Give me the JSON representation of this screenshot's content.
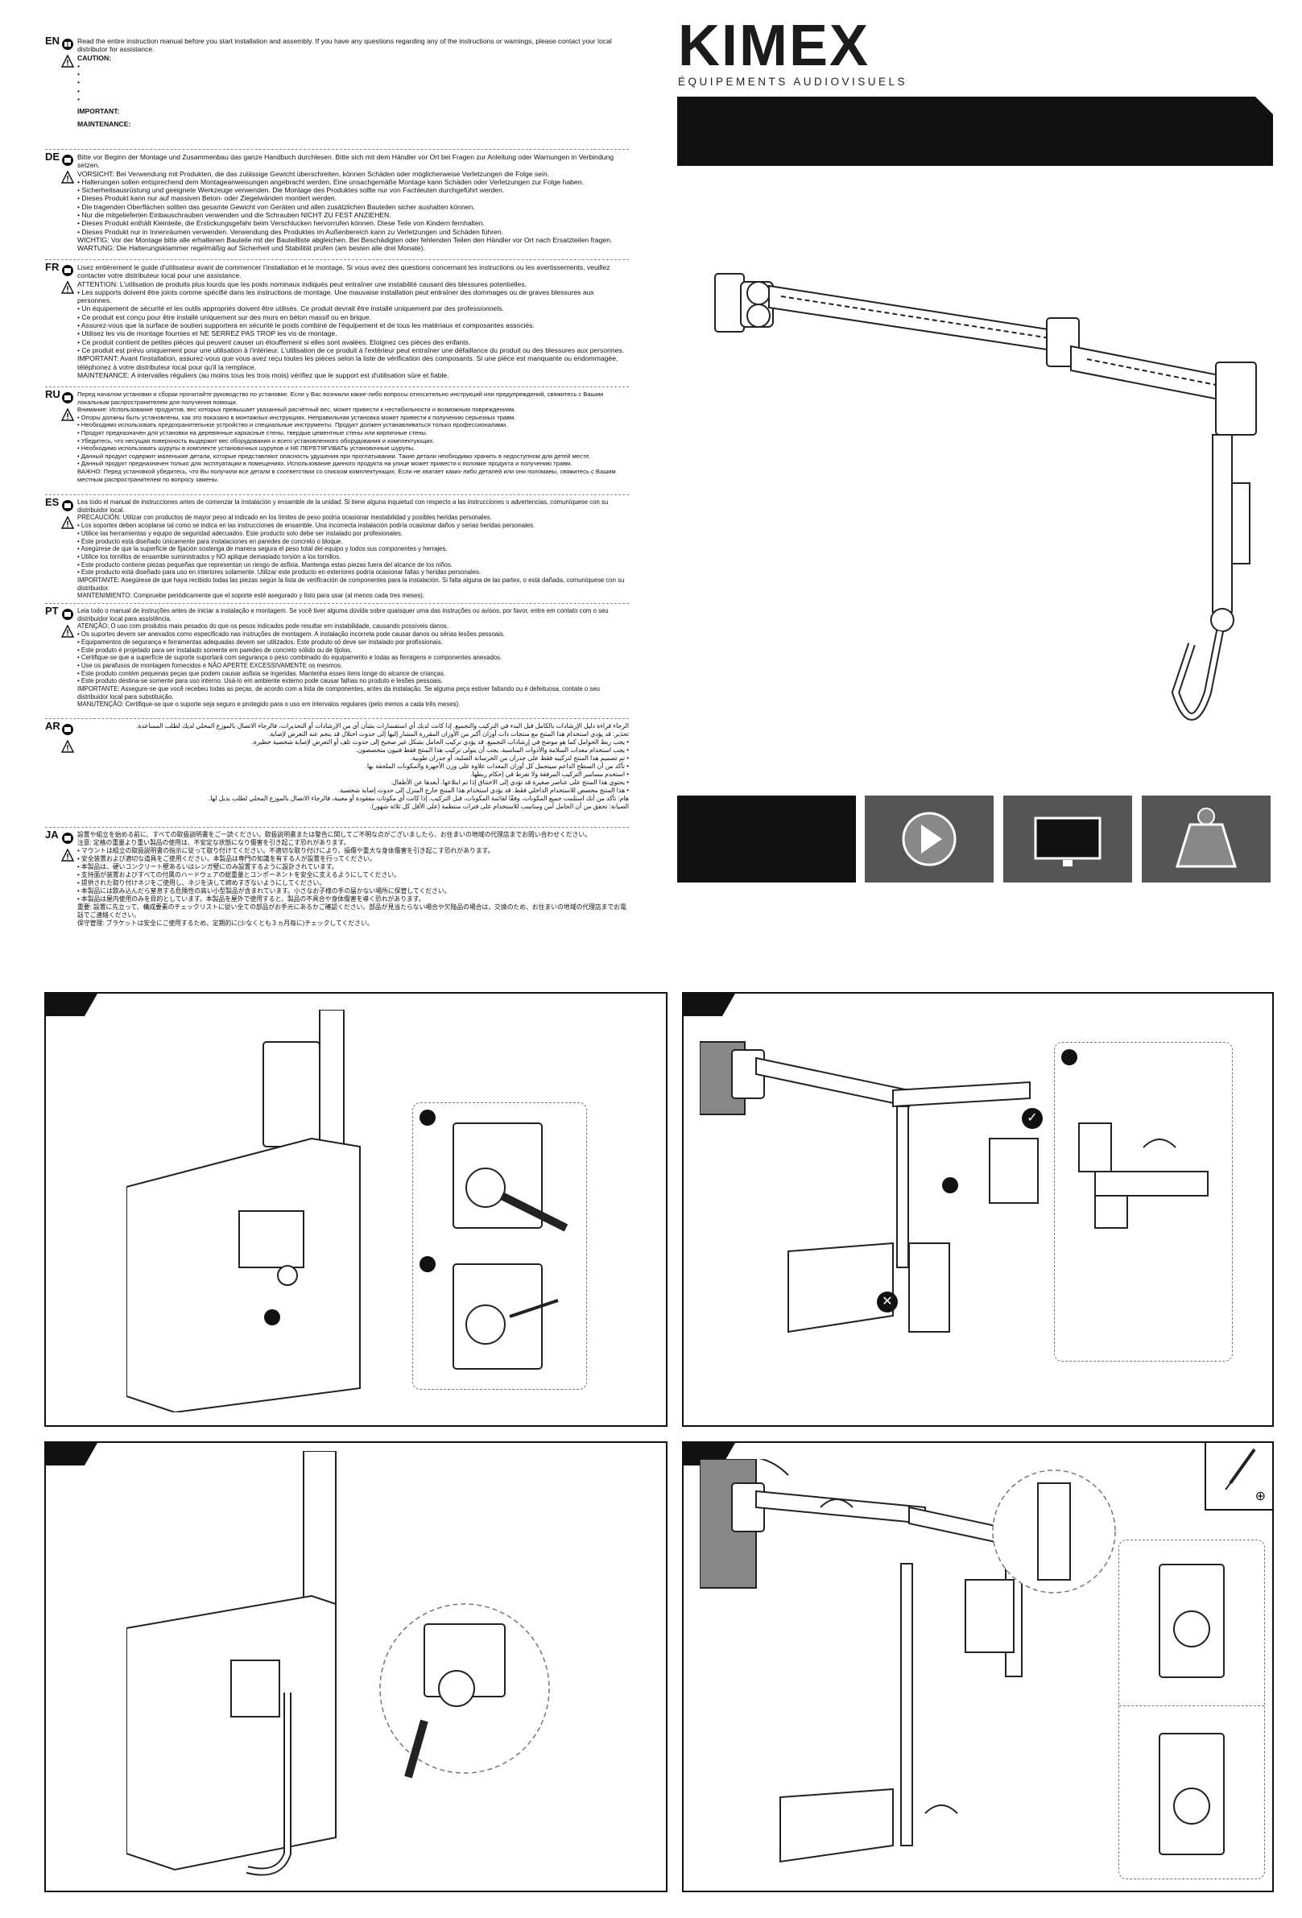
{
  "brand": {
    "logo": "KIMEX",
    "tagline": "ÉQUIPEMENTS AUDIOVISUELS"
  },
  "instructions": {
    "en": {
      "code": "EN",
      "intro": "Read the entire instruction manual before you start installation and assembly. If you have any questions regarding any of the instructions or warnings, please contact your local distributor for assistance.",
      "caution": "CAUTION:",
      "important": "IMPORTANT:",
      "maintenance": "MAINTENANCE:"
    },
    "de": {
      "code": "DE",
      "text": "Bitte vor Beginn der Montage und Zusammenbau das ganze Handbuch durchlesen. Bitte sich mit dem Händler vor Ort bei Fragen zur Anleitung oder Warnungen in Verbindung setzen.",
      "vorsicht": "VORSICHT: Bei Verwendung mit Produkten, die das zulässige Gewicht überschreiten, können Schäden oder möglicherweise Verletzungen die Folge sein.",
      "b1": "• Halterungen sollen entsprechend dem Montageanweisungen angebracht werden. Eine unsachgemäße Montage kann Schäden oder Verletzungen zur Folge haben.",
      "b2": "• Sicherheitsausrüstung und geeignete Werkzeuge verwenden. Die Montage des Produktes sollte nur von Fachleuten durchgeführt werden.",
      "b3": "• Dieses Produkt kann nur auf massiven Beton- oder Ziegelwänden montiert werden.",
      "b4": "• Die tragenden Oberflächen sollten das gesamte Gewicht von Geräten und allen zusätzlichen Bauteilen sicher aushalten können.",
      "b5": "• Nur die mitgelieferten Einbauschrauben verwenden und die Schrauben NICHT ZU FEST ANZIEHEN.",
      "b6": "• Dieses Produkt enthält Kleinteile, die Erstickungsgefahr beim Verschlucken hervorrufen können. Diese Teile von Kindern fernhalten.",
      "b7": "• Dieses Produkt nur in Innenräumen verwenden. Verwendung des Produktes im Außenbereich kann zu Verletzungen und Schäden führen.",
      "wichtig": "WICHTIG: Vor der Montage bitte alle erhaltenen Bauteile mit der Bauteilliste abgleichen. Bei Beschädigten oder fehlenden Teilen den Händler vor Ort nach Ersatzteilen fragen.",
      "wartung": "WARTUNG: Die Halterungsklammer regelmäßig auf Sicherheit und Stabilität prüfen (am besten alle drei Monate)."
    },
    "fr": {
      "code": "FR",
      "text": "Lisez entièrement le guide d'utilisateur avant de commencer l'installation et le montage. Si vous avez des questions concernant les instructions ou les avertissements, veuillez contacter votre distributeur local pour une assistance.",
      "attention": "ATTENTION: L'utilisation de produits plus lourds que les poids nominaux indiqués peut entraîner une instabilité causant des blessures potentielles.",
      "b1": "• Les supports doivent être joints comme spécifié dans les instructions de montage. Une mauvaise installation peut entraîner des dommages ou de graves blessures aux personnes.",
      "b2": "• Un équipement de sécurité et les outils appropriés doivent être utilisés. Ce produit devrait être installé uniquement par des professionnels.",
      "b3": "• Ce produit est conçu pour être installé uniquement sur des murs en béton massif ou en brique.",
      "b4": "• Assurez-vous que la surface de soutien supportera en sécurité le poids combiné de l'équipement et de tous les matériaux et composantes associés.",
      "b5": "• Utilisez les vis de montage fournies et NE SERREZ PAS TROP les vis de montage.",
      "b6": "• Ce produit contient de petites pièces qui peuvent causer un étouffement si elles sont avalées. Eloignez ces pièces des enfants.",
      "b7": "• Ce produit est prévu uniquement pour une utilisation à l'intérieur. L'utilisation de ce produit à l'extérieur peut entraîner une défaillance du produit ou des blessures aux personnes.",
      "important": "IMPORTANT: Avant l'installation, assurez-vous que vous avez reçu toutes les pièces selon la liste de vérification des composants. Si une pièce est manquante ou endommagée, téléphonez à votre distributeur local pour qu'il la remplace.",
      "maintenance": "MAINTENANCE: A intervalles réguliers (au moins tous les trois mois) vérifiez que le support est d'utilisation sûre et fiable."
    },
    "ru": {
      "code": "RU",
      "text": "Перед началом установки и сборки прочитайте руководство по установке. Если у Вас возникли какие-либо вопросы относительно инструкций или предупреждений, свяжитесь с Вашим локальным распространителем для получения помощи.",
      "vnimanie": "Внимание: Использование продуктов, вес которых превышает указанный расчётный вес, может привести к нестабильности и возможным повреждениям.",
      "b1": "• Опоры должны быть установлены, как это показано в монтажных инструкциях. Неправильная установка может привести к получению серьезных травм.",
      "b2": "• Необходимо использовать предохранительное устройство и специальные инструменты. Продукт должен устанавливаться только профессионалами.",
      "b3": "• Продукт предназначен для установки на деревянные каркасные стены, твердые цементные стены или кирпичные стены.",
      "b4": "• Убедитесь, что несущая поверхность выдержит вес оборудования и всего установленного оборудования и комплектующих.",
      "b5": "• Необходимо использовать шурупы в комплекте установочных шурупов и НЕ ПЕРЕТЯГИВАТЬ установочные шурупы.",
      "b6": "• Данный продукт содержит маленькие детали, которые представляют опасность удушения при проглатывании. Такие детали необходимо хранить в недоступном для детей месте.",
      "b7": "• Данный продукт предназначен только для эксплуатации в помещениях. Использование данного продукта на улице может привести к поломке продукта и получению травм.",
      "vazhno": "ВАЖНО: Перед установкой убедитесь, что Вы получили все детали в соответствии со списком комплектующих. Если не хватает каких-либо деталей или они поломаны, свяжитесь с Вашим местным распространителем по вопросу замены."
    },
    "es": {
      "code": "ES",
      "text": "Lea todo el manual de instrucciones antes de comenzar la instalación y ensamble de la unidad. Si tiene alguna inquietud con respecto a las instrucciones o advertencias, comuníquese con su distribuidor local.",
      "precaucion": "PRECAUCIÓN: Utilizar con productos de mayor peso al indicado en los límites de peso podría ocasionar inestabilidad y posibles heridas personales.",
      "b1": "• Los soportes deben acoplarse tal como se indica en las instrucciones de ensamble. Una incorrecta instalación podría ocasionar daños y serias heridas personales.",
      "b2": "• Utilice las herramientas y equipo de seguridad adecuados. Este producto solo debe ser instalado por profesionales.",
      "b3": "• Este producto está diseñado únicamente para instalaciones en paredes de concreto o bloque.",
      "b4": "• Asegúrese de que la superficie de fijación sostenga de manera segura el peso total del equipo y todos sus componentes y herrajes.",
      "b5": "• Utilice los tornillos de ensamble suministrados y NO aplique demasiado torsión a los tornillos.",
      "b6": "• Este producto contiene piezas pequeñas que representan un riesgo de asfixia. Mantenga estas piezas fuera del alcance de los niños.",
      "b7": "• Este producto está diseñado para uso en interiores solamente. Utilizar este producto en exteriores podría ocasionar fallas y heridas personales.",
      "importante": "IMPORTANTE: Asegúrese de que haya recibido todas las piezas según la lista de verificación de componentes para la instalación. Si falta alguna de las partes, o está dañada, comuníquese con su distribuidor.",
      "mantenimiento": "MANTENIMIENTO: Compruebe periódicamente que el soporte esté asegurado y listo para usar (al menos cada tres meses)."
    },
    "pt": {
      "code": "PT",
      "text": "Leia todo o manual de instruções antes de iniciar a instalação e montagem. Se você tiver alguma dúvida sobre quaisquer uma das instruções ou avisos, por favor, entre em contato com o seu distribuidor local para assistência.",
      "atencao": "ATENÇÃO: O uso com produtos mais pesados do que os pesos indicados pode resultar em instabilidade, causando possíveis danos.",
      "b1": "• Os suportes devem ser anexados como especificado nas instruções de montagem. A instalação incorreta pode causar danos ou sérias lesões pessoais.",
      "b2": "• Equipamentos de segurança e ferramentas adequadas devem ser utilizados. Este produto só deve ser instalado por profissionais.",
      "b3": "• Este produto é projetado para ser instalado somente em paredes de concreto sólido ou de tijolos.",
      "b4": "• Certifique-se que a superfície de suporte suportará com segurança o peso combinado do equipamento e todas as ferragens e componentes anexados.",
      "b5": "• Use os parafusos de montagem fornecidos e NÃO APERTE EXCESSIVAMENTE os mesmos.",
      "b6": "• Este produto contém pequenas peças que podem causar asfixia se ingeridas. Mantenha esses itens longe do alcance de crianças.",
      "b7": "• Este produto destina-se somente para uso interno. Usá-lo em ambiente externo pode causar falhas no produto e lesões pessoais.",
      "importante": "IMPORTANTE: Assegure-se que você recebeu todas as peças, de acordo com a lista de componentes, antes da instalação. Se alguma peça estiver faltando ou é defeituosa, contate o seu distribuidor local para substituição.",
      "manutencao": "MANUTENÇÃO: Certifique-se que o suporte seja seguro e protegido para o uso em intervalos regulares (pelo menos a cada três meses)."
    },
    "ar": {
      "code": "AR",
      "text": "الرجاء قراءة دليل الإرشادات بالكامل قبل البدء في التركيب والتجميع. إذا كانت لديك أي استفسارات بشأن أي من الإرشادات أو التحذيرات، فالرجاء الاتصال بالموزع المحلي لديك لطلب المساعدة.",
      "l2": "تحذير: قد يؤدي استخدام هذا المنتج مع منتجات ذات أوزان أكبر من الأوزان المقررة المشار إليها إلى حدوث اختلال قد ينجم عنه التعرض لإصابة.",
      "l3": "• يجب ربط الحوامل كما هو موضح في إرشادات التجميع. قد يؤدي تركيب الحامل بشكل غير صحيح إلى حدوث تلف أو التعرض لإصابة شخصية خطيرة.",
      "l4": "• يجب استخدام معدات السلامة والأدوات المناسبة. يجب أن يتولى تركيب هذا المنتج فقط فنيون متخصصون.",
      "l5": "• تم تصميم هذا المنتج لتركيبه فقط على جدران من الخرسانة الصلبة، أو جدران طوبية.",
      "l6": "• تأكد من أن السطح الداعم سيتحمل كل أوزان المعدات علاوة على وزن الأجهزة والمكونات الملحقة بها.",
      "l7": "• استخدم مسامير التركيب المرفقة ولا تفرط في إحكام ربطها.",
      "l8": "• يحتوي هذا المنتج على عناصر صغيرة قد تؤدي إلى الاختناق إذا تم ابتلاعها. أبعدها عن الأطفال.",
      "l9": "• هذا المنتج مخصص للاستخدام الداخلي فقط. قد يؤدي استخدام هذا المنتج خارج المنزل إلى حدوث إصابة شخصية.",
      "l10": "هام: تأكد من أنك استلمت جميع المكونات، وفقًا لقائمة المكونات، قبل التركيب. إذا كانت أي مكونات مفقودة أو معيبة، فالرجاء الاتصال بالموزع المحلي لطلب بديل لها.",
      "l11": "الصيانة: تحقق من أن الحامل آمن ومناسب للاستخدام على فترات منتظمة (على الأقل كل ثلاثة شهور)."
    },
    "ja": {
      "code": "JA",
      "text": "設置や組立を始める前に、すべての取扱説明書をご一読ください。取扱説明書または警告に関してご不明な点がございましたら、お住まいの地域の代理店までお問い合わせください。",
      "l2": "注意: 定格の重量より重い製品の使用は、不安定な状態になり傷害を引き起こす恐れがあります。",
      "l3": "• マウントは組立の取扱説明書の指示に従って取り付けてください。不適切な取り付けにより、損傷や重大な身体傷害を引き起こす恐れがあります。",
      "l4": "• 安全装置および適切な道具をご使用ください。本製品は専門の知識を有する人が設置を行ってください。",
      "l5": "• 本製品は、硬いコンクリート壁あるいはレンガ壁にのみ設置するように設計されています。",
      "l6": "• 支持面が装置およびすべての付属のハードウェアの総重量とコンポーネントを安全に支えるようにしてください。",
      "l7": "• 提供された取り付けネジをご使用し、ネジを決して締めすぎないようにしてください。",
      "l8": "• 本製品には飲み込んだら窒息する危険性の高い小型製品が含まれています。小さなお子様の手の届かない場所に保管してください。",
      "l9": "• 本製品は屋内使用のみを目的としています。本製品を屋外で使用すると、製品の不具合や身体傷害を導く恐れがあります。",
      "l10": "重要: 設置に先立って、構成要素のチェックリストに従い全ての部品がお手元にあるかご確認ください。部品が見当たらない場合や欠陥品の場合は、交換のため、お住まいの地域の代理店までお電話でご連絡ください。",
      "l11": "保守管理: ブラケットは安全にご使用するため、定期的に(少なくとも３ヵ月毎に)チェックしてください。"
    }
  },
  "icons": [
    "wall-arm-icon",
    "rotation-icon",
    "monitor-icon",
    "weight-icon"
  ],
  "panels": {
    "p2_check": "✓",
    "p2_cross": "✕",
    "p4_tool": "⊕"
  }
}
